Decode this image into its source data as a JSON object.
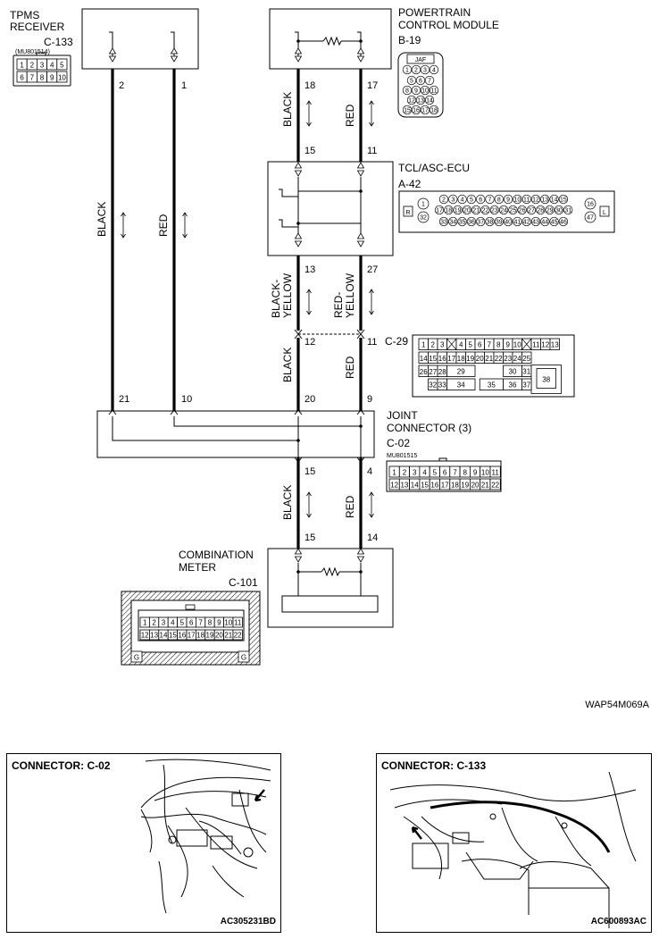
{
  "components": {
    "tpms": {
      "name_line1": "TPMS",
      "name_line2": "RECEIVER",
      "connector": "C-133",
      "part_no": "(MU801514)",
      "pins": [
        "1",
        "2",
        "3",
        "4",
        "5",
        "6",
        "7",
        "8",
        "9",
        "10"
      ]
    },
    "pcm": {
      "name_line1": "POWERTRAIN",
      "name_line2": "CONTROL MODULE",
      "connector": "B-19",
      "badge": "JAF",
      "pins": [
        "1",
        "2",
        "3",
        "4",
        "5",
        "6",
        "7",
        "8",
        "9",
        "10",
        "11",
        "12",
        "13",
        "14",
        "15",
        "16",
        "17",
        "18"
      ]
    },
    "tcl": {
      "name": "TCL/ASC-ECU",
      "connector": "A-42",
      "left_mark": "R",
      "right_mark": "L",
      "row1": [
        "2",
        "3",
        "4",
        "5",
        "6",
        "7",
        "8",
        "9",
        "10",
        "11",
        "12",
        "13",
        "14",
        "15"
      ],
      "row2": [
        "17",
        "18",
        "19",
        "20",
        "21",
        "22",
        "23",
        "24",
        "25",
        "26",
        "27",
        "28",
        "29",
        "30",
        "31"
      ],
      "row3": [
        "33",
        "34",
        "35",
        "36",
        "37",
        "38",
        "39",
        "40",
        "41",
        "42",
        "43",
        "44",
        "45",
        "46"
      ],
      "left_pins": [
        "1",
        "32"
      ],
      "right_pins": [
        "16",
        "47"
      ]
    },
    "c29": {
      "connector": "C-29",
      "row1": [
        "1",
        "2",
        "3",
        "4",
        "5",
        "6",
        "7",
        "8",
        "9",
        "10",
        "11",
        "12",
        "13"
      ],
      "row2": [
        "14",
        "15",
        "16",
        "17",
        "18",
        "19",
        "20",
        "21",
        "22",
        "23",
        "24",
        "25"
      ],
      "row3": [
        "26",
        "27",
        "28",
        "29",
        "30",
        "31",
        "38"
      ],
      "row4": [
        "32",
        "33",
        "34",
        "35",
        "36",
        "37"
      ]
    },
    "joint": {
      "name_line1": "JOINT",
      "name_line2": "CONNECTOR (3)",
      "connector": "C-02",
      "part_no": "MU801515",
      "row1": [
        "1",
        "2",
        "3",
        "4",
        "5",
        "6",
        "7",
        "8",
        "9",
        "10",
        "11"
      ],
      "row2": [
        "12",
        "13",
        "14",
        "15",
        "16",
        "17",
        "18",
        "19",
        "20",
        "21",
        "22"
      ]
    },
    "meter": {
      "name_line1": "COMBINATION",
      "name_line2": "METER",
      "connector": "C-101",
      "g_mark": "G",
      "row1": [
        "1",
        "2",
        "3",
        "4",
        "5",
        "6",
        "7",
        "8",
        "9",
        "10",
        "11"
      ],
      "row2": [
        "12",
        "13",
        "14",
        "15",
        "16",
        "17",
        "18",
        "19",
        "20",
        "21",
        "22"
      ]
    }
  },
  "wires": {
    "tpms_left": {
      "color": "BLACK",
      "pin_top": "2",
      "pin_bottom": "21"
    },
    "tpms_right": {
      "color": "RED",
      "pin_top": "1",
      "pin_bottom": "10"
    },
    "seg1_left": {
      "color": "BLACK",
      "pin_top": "18",
      "pin_bottom": "15"
    },
    "seg1_right": {
      "color": "RED",
      "pin_top": "17",
      "pin_bottom": "11"
    },
    "seg2_left": {
      "color_line1": "BLACK-",
      "color_line2": "YELLOW",
      "pin_top": "13"
    },
    "seg2_right": {
      "color_line1": "RED-",
      "color_line2": "YELLOW",
      "pin_top": "27"
    },
    "seg3_left": {
      "color": "BLACK",
      "pin_top": "12",
      "pin_bottom": "20"
    },
    "seg3_right": {
      "color": "RED",
      "pin_top": "11",
      "pin_bottom": "9"
    },
    "seg4_left": {
      "color": "BLACK",
      "pin_top": "15",
      "pin_bottom": "15"
    },
    "seg4_right": {
      "color": "RED",
      "pin_top": "4",
      "pin_bottom": "14"
    }
  },
  "figure_code": "WAP54M069A",
  "panels": [
    {
      "title": "CONNECTOR: C-02",
      "code": "AC305231BD"
    },
    {
      "title": "CONNECTOR: C-133",
      "code": "AC600893AC"
    }
  ]
}
